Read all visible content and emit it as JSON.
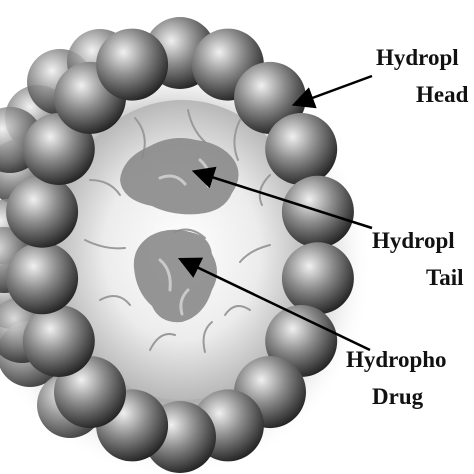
{
  "labels": {
    "head_line1": "Hydropl",
    "head_line2": "Head",
    "tail_line1": "Hydropl",
    "tail_line2": "Tail",
    "drug_line1": "Hydropho",
    "drug_line2": "Drug"
  },
  "colors": {
    "sphere_light": "#f0f0f0",
    "sphere_mid": "#8c8c8c",
    "sphere_dark": "#1e1e1e",
    "core_glow": "#ffffff",
    "core_edge": "#b8b8b8",
    "drug_fill": "#8a8a8a",
    "tail_stroke": "#9a9a9a",
    "arrow": "#000000",
    "text": "#111111"
  }
}
